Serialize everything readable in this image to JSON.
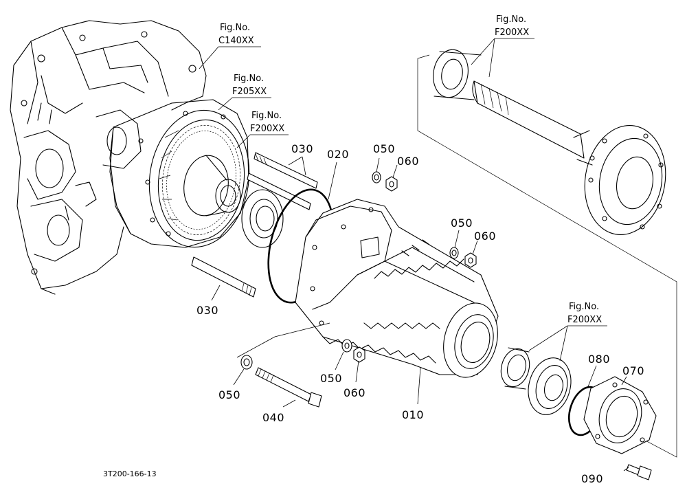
{
  "diagram_code": "3T200-166-13",
  "fig_refs": [
    {
      "id": "fig-c140",
      "line1": "Fig.No.",
      "line2": "C140XX"
    },
    {
      "id": "fig-f205",
      "line1": "Fig.No.",
      "line2": "F205XX"
    },
    {
      "id": "fig-f200-a",
      "line1": "Fig.No.",
      "line2": "F200XX"
    },
    {
      "id": "fig-f200-b",
      "line1": "Fig.No.",
      "line2": "F200XX"
    },
    {
      "id": "fig-f200-c",
      "line1": "Fig.No.",
      "line2": "F200XX"
    }
  ],
  "parts": [
    {
      "id": "p030a",
      "label": "030"
    },
    {
      "id": "p020",
      "label": "020"
    },
    {
      "id": "p050a",
      "label": "050"
    },
    {
      "id": "p060a",
      "label": "060"
    },
    {
      "id": "p050b",
      "label": "050"
    },
    {
      "id": "p060b",
      "label": "060"
    },
    {
      "id": "p030b",
      "label": "030"
    },
    {
      "id": "p050c",
      "label": "050"
    },
    {
      "id": "p040",
      "label": "040"
    },
    {
      "id": "p050d",
      "label": "050"
    },
    {
      "id": "p060c",
      "label": "060"
    },
    {
      "id": "p010",
      "label": "010"
    },
    {
      "id": "p080",
      "label": "080"
    },
    {
      "id": "p070",
      "label": "070"
    },
    {
      "id": "p090",
      "label": "090"
    }
  ]
}
